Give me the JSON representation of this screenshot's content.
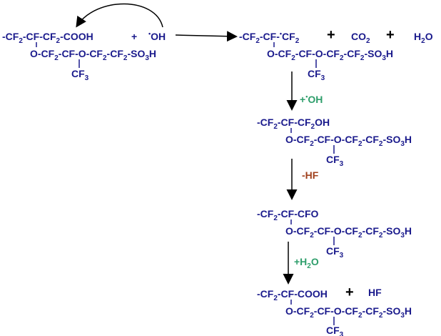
{
  "reactant": {
    "backbone": "-CF2-CF-CF2-COOH",
    "sidechain": "O-CF2-CF-O-CF2-CF2-SO3H",
    "branch": "CF3"
  },
  "radical": {
    "label": "•OH",
    "plus": "+"
  },
  "product1": {
    "backbone": "-CF2-CF-•CF2",
    "sidechain": "O-CF2-CF-O-CF2-CF2-SO3H",
    "branch": "CF3",
    "byproducts": [
      "CO2",
      "H2O"
    ]
  },
  "step1": {
    "reagent": "+•OH"
  },
  "product2": {
    "backbone": "-CF2-CF-CF2OH",
    "sidechain": "O-CF2-CF-O-CF2-CF2-SO3H",
    "branch": "CF3"
  },
  "step2": {
    "reagent": "-HF"
  },
  "product3": {
    "backbone": "-CF2-CF-CFO",
    "sidechain": "O-CF2-CF-O-CF2-CF2-SO3H",
    "branch": "CF3"
  },
  "step3": {
    "reagent": "+H2O"
  },
  "product4": {
    "backbone": "-CF2-CF-COOH",
    "sidechain": "O-CF2-CF-O-CF2-CF2-SO3H",
    "branch": "CF3",
    "byproduct": "HF"
  },
  "colors": {
    "molecule": "#1a1a8c",
    "reagent_add": "#2e9e6b",
    "reagent_remove": "#a0401c",
    "arrow": "#000000"
  }
}
